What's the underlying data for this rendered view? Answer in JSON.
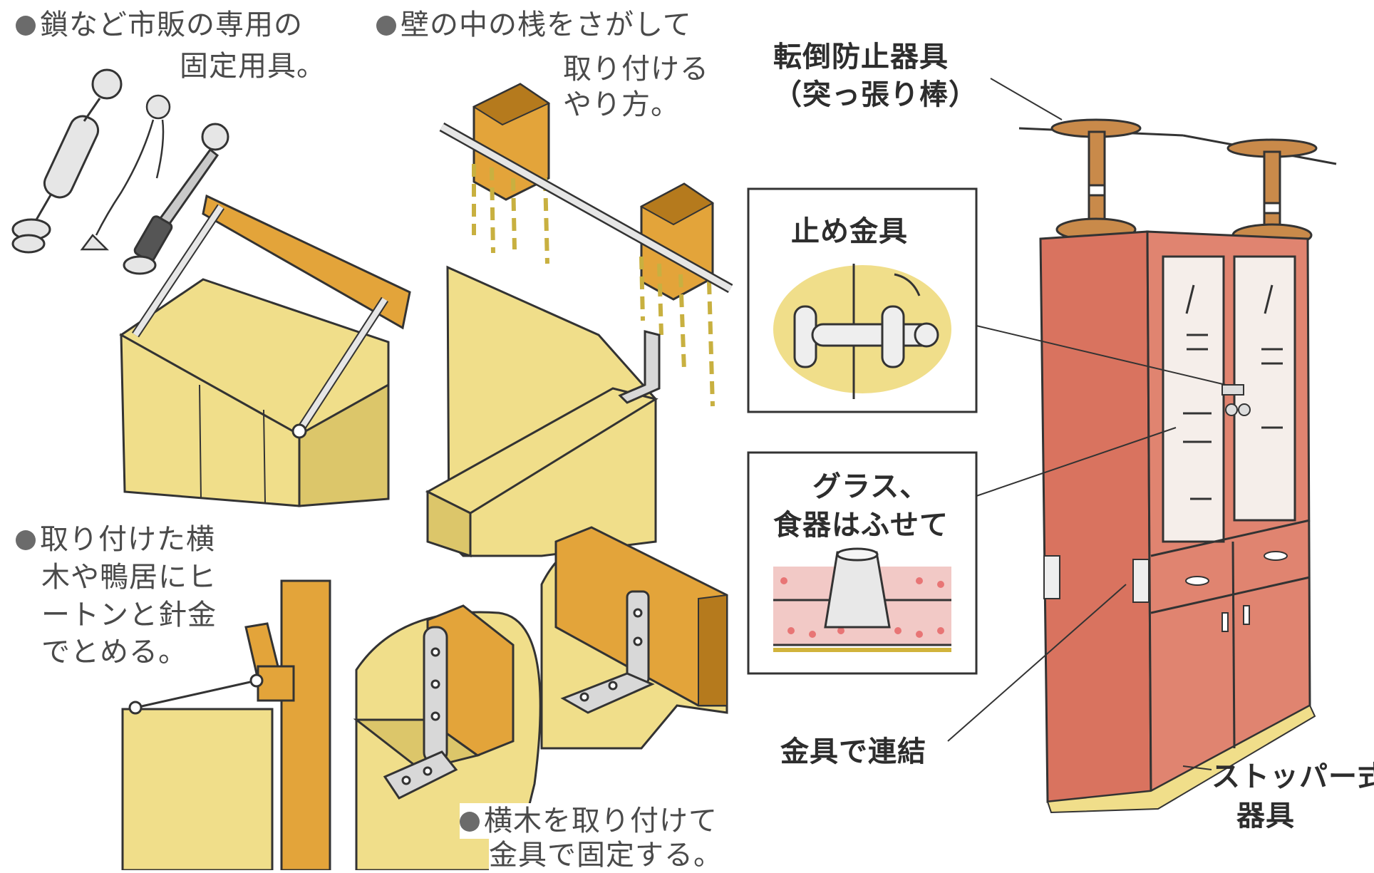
{
  "colors": {
    "wood": "#e3a43a",
    "wood_dark": "#b57a1d",
    "panel": "#f0de8a",
    "panel_shade": "#dcc66a",
    "cabinet": "#d9735f",
    "cabinet_dark": "#b55546",
    "metal": "#c9c9c9",
    "line": "#333333"
  },
  "labels": {
    "chain_fixture": {
      "line1": "鎖など市販の専用の",
      "line2": "固定用具。"
    },
    "stud_method": {
      "line1": "壁の中の桟をさがして",
      "line2": "取り付ける",
      "line3": "やり方。"
    },
    "eyebolt_wire": {
      "line1": "取り付けた横",
      "line2": "木や鴨居にヒ",
      "line3": "ートンと針金",
      "line4": "でとめる。"
    },
    "crossbar_bracket": {
      "line1": "横木を取り付けて",
      "line2": "金具で固定する。"
    },
    "tension_rod": {
      "line1": "転倒防止器具",
      "line2": "（突っ張り棒）"
    },
    "door_latch": "止め金具",
    "dishes": {
      "line1": "グラス、",
      "line2": "食器はふせて"
    },
    "connect": "金具で連結",
    "stopper": {
      "line1": "ストッパー式",
      "line2": "器具"
    }
  },
  "icons": [
    "chain-fixture-icon",
    "turnbuckle-icon",
    "l-bracket-icon",
    "eyebolt-icon",
    "tension-rod-icon",
    "door-latch-icon",
    "glass-icon",
    "cabinet-icon"
  ]
}
